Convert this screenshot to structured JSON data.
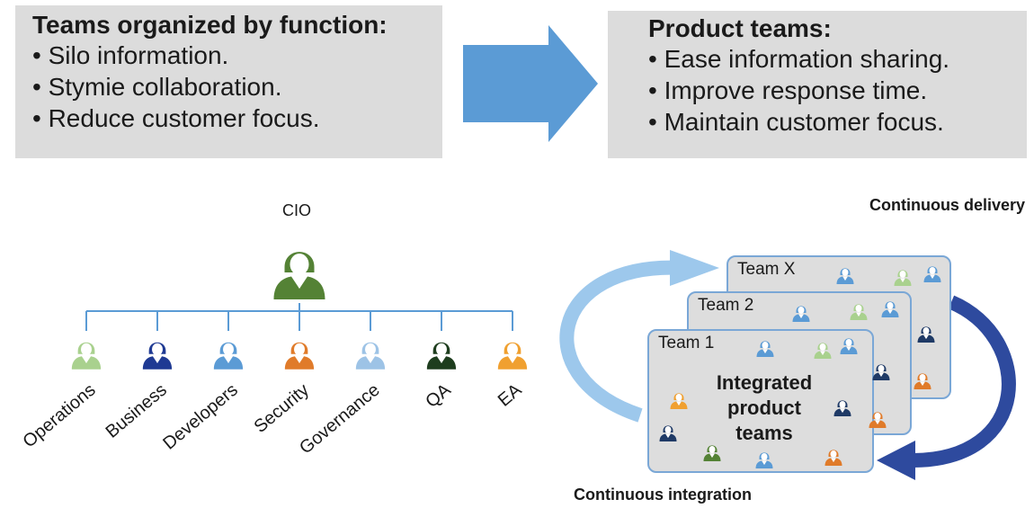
{
  "left_box": {
    "title": "Teams organized by function:",
    "items": [
      "• Silo information.",
      "• Stymie collaboration.",
      "• Reduce customer focus."
    ]
  },
  "right_box": {
    "title": "Product teams:",
    "items": [
      "• Ease information sharing.",
      "• Improve response time.",
      "• Maintain customer focus."
    ]
  },
  "org_chart": {
    "root": "CIO",
    "functions": [
      "Operations",
      "Business",
      "Developers",
      "Security",
      "Governance",
      "QA",
      "EA"
    ]
  },
  "product_teams": {
    "top_label": "Continuous delivery",
    "bottom_label": "Continuous integration",
    "cards": [
      "Team X",
      "Team 2",
      "Team 1"
    ],
    "center_label": [
      "Integrated",
      "product",
      "teams"
    ]
  },
  "colors": {
    "box_fill": "#dcdcdc",
    "arrow": "#5b9bd5",
    "cio": "#548235",
    "operations": "#a9d18e",
    "business": "#1f3a93",
    "developers": "#5b9bd5",
    "security": "#e07b2a",
    "governance": "#9dc3e6",
    "qa": "#1e3d1e",
    "ea": "#f0a030",
    "light_cycle": "#9dc8ec",
    "dark_cycle": "#2e4a9e"
  }
}
